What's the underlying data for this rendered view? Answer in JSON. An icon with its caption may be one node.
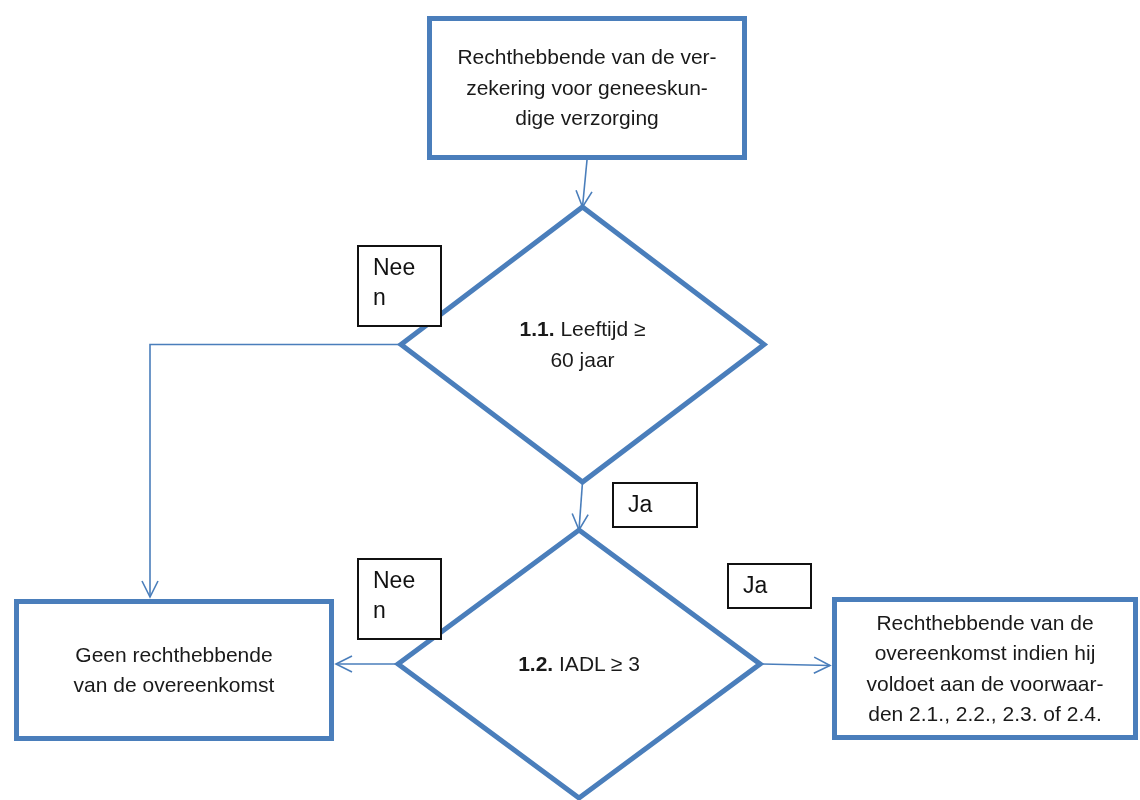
{
  "diagram": {
    "nodes": [
      {
        "text": [
          "Rechthebbende van de ver- zekering voor geneeskun- dige verzorging"
        ]
      },
      {
        "text": [
          "**1.1.** Leeftijd ≥ 60 jaar"
        ]
      },
      {
        "text": [
          "**1.2.** IADL ≥ 3"
        ]
      },
      {
        "text": [
          "Geen rechthebbende van de overeenkomst"
        ]
      },
      {
        "text": [
          "Rechthebbende van de overeenkomst indien hij voldoet aan de voorwaar- den 2.1., 2.2., 2.3. of 2.4."
        ]
      }
    ],
    "edges": [
      {
        "from": 0,
        "to": 1,
        "arrow": "to"
      },
      {
        "from": 1,
        "to": 3,
        "arrow": "to",
        "label": "Nee n"
      },
      {
        "from": 1,
        "to": 2,
        "arrow": "to",
        "label": "Ja"
      },
      {
        "from": 2,
        "to": 3,
        "arrow": "to",
        "label": "Nee n"
      },
      {
        "from": 2,
        "to": 4,
        "arrow": "to",
        "label": "Ja"
      }
    ]
  }
}
